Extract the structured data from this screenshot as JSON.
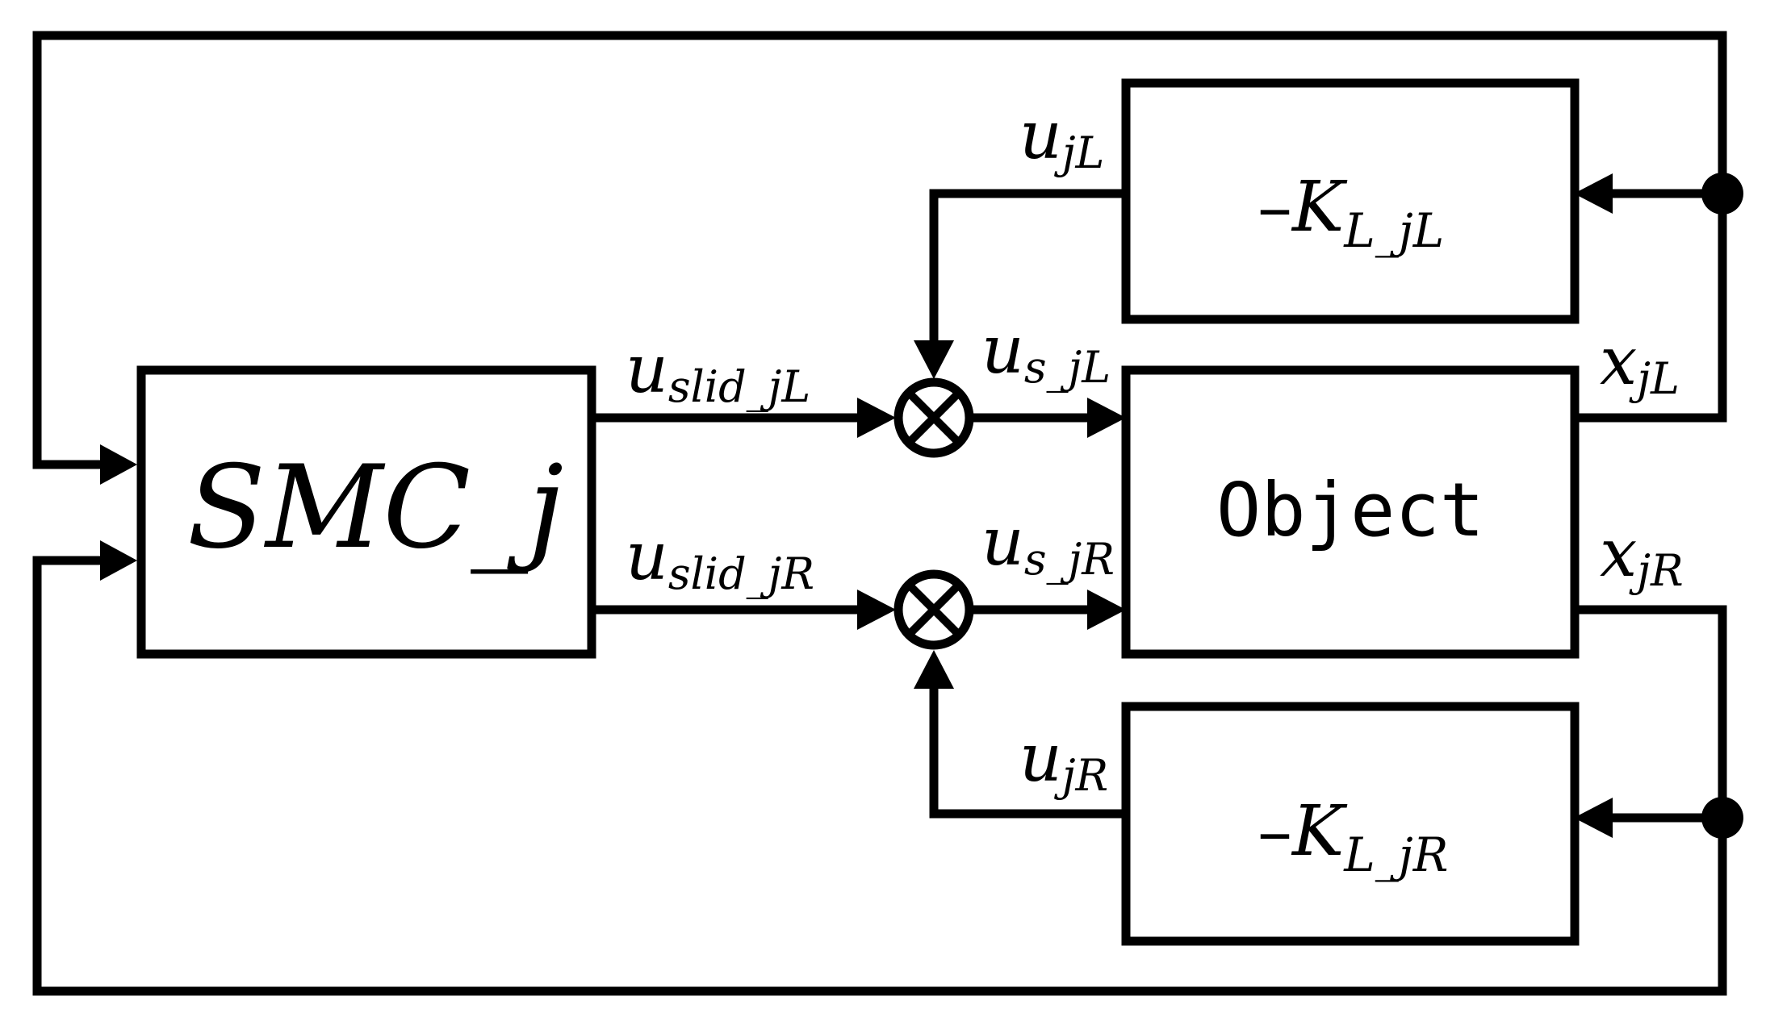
{
  "blocks": {
    "smc": {
      "label": "SMC_j"
    },
    "object": {
      "label": "Object"
    },
    "gain_left": {
      "sign": "–",
      "symbol": "K",
      "sub": "L_jL"
    },
    "gain_right": {
      "sign": "–",
      "symbol": "K",
      "sub": "L_jR"
    }
  },
  "signals": {
    "u_slid_jL": {
      "main": "u",
      "sub": "slid_jL"
    },
    "u_slid_jR": {
      "main": "u",
      "sub": "slid_jR"
    },
    "u_s_jL": {
      "main": "u",
      "sub": "s_jL"
    },
    "u_s_jR": {
      "main": "u",
      "sub": "s_jR"
    },
    "u_jL": {
      "main": "u",
      "sub": "jL"
    },
    "u_jR": {
      "main": "u",
      "sub": "jR"
    },
    "x_jL": {
      "main": "x",
      "sub": "jL"
    },
    "x_jR": {
      "main": "x",
      "sub": "jR"
    }
  }
}
